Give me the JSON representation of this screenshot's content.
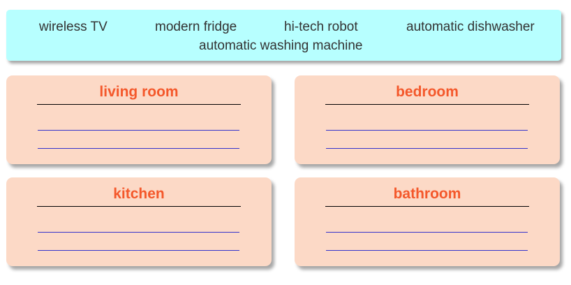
{
  "word_bank": {
    "words": [
      "wireless TV",
      "modern fridge",
      "hi-tech robot",
      "automatic dishwasher",
      "automatic washing machine"
    ]
  },
  "categories": [
    {
      "title": "living room"
    },
    {
      "title": "bedroom"
    },
    {
      "title": "kitchen"
    },
    {
      "title": "bathroom"
    }
  ],
  "colors": {
    "word_bank_bg": "#b7ffff",
    "card_bg": "#fcd9c6",
    "title_color": "#f4582b",
    "answer_line_color": "#3333cc"
  }
}
